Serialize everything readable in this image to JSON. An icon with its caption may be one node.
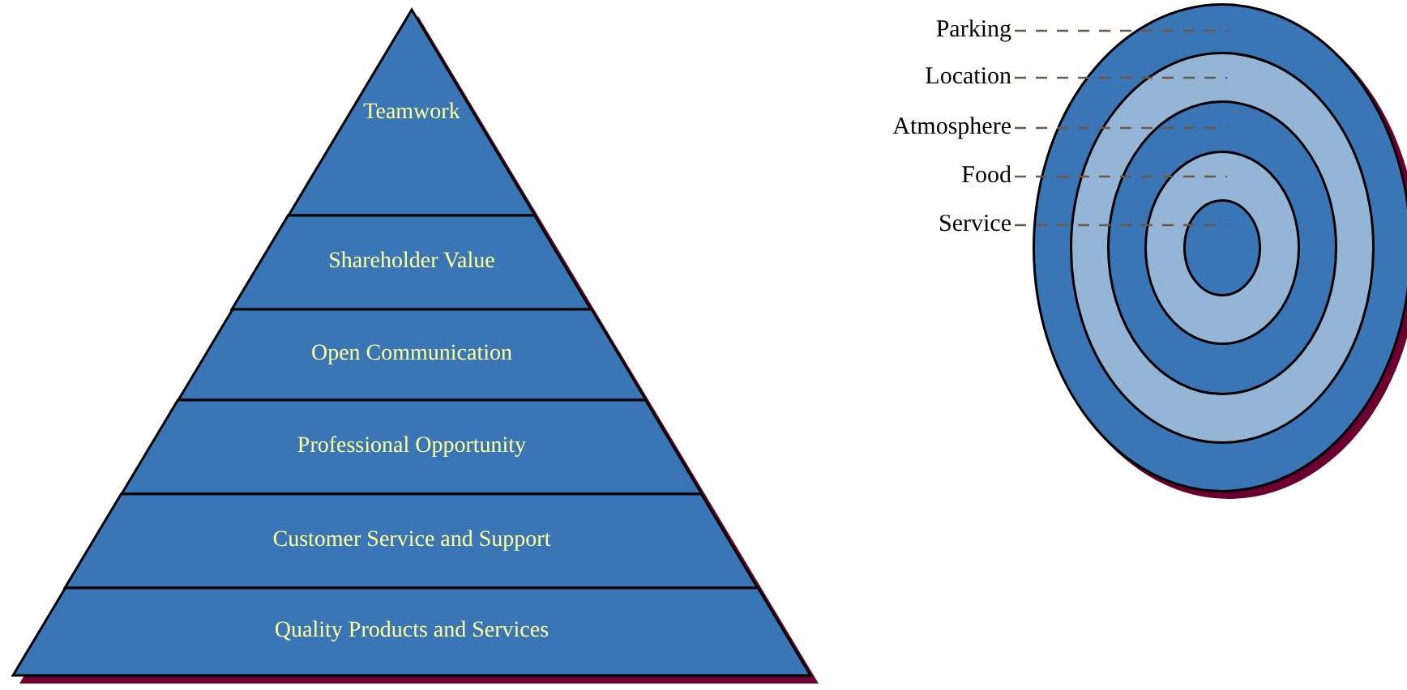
{
  "diagram": {
    "nodes": [
      {
        "text": [
          "Teamwork"
        ]
      },
      {
        "text": [
          "Shareholder Value"
        ]
      },
      {
        "text": [
          "Open Communication"
        ]
      },
      {
        "text": [
          "Professional Opportunity"
        ]
      },
      {
        "text": [
          "Customer Service and Support"
        ]
      },
      {
        "text": [
          "Quality Products and Services"
        ]
      },
      {
        "text": [
          "Parking"
        ]
      },
      {
        "text": [
          "Location"
        ]
      },
      {
        "text": [
          "Atmosphere"
        ]
      },
      {
        "text": [
          "Food"
        ]
      },
      {
        "text": [
          "Service"
        ]
      },
      {
        "text": [],
        "shape": "ellipse"
      },
      {
        "text": [],
        "shape": "ellipse",
        "in": 11
      },
      {
        "text": [],
        "shape": "ellipse",
        "in": 12
      },
      {
        "text": [],
        "shape": "ellipse",
        "in": 13
      },
      {
        "text": [],
        "shape": "ellipse",
        "in": 14
      }
    ],
    "edges": [
      {
        "from": 6,
        "to": 11,
        "arrow": "none",
        "style": "dashed"
      },
      {
        "from": 7,
        "to": 12,
        "arrow": "none",
        "style": "dashed"
      },
      {
        "from": 8,
        "to": 13,
        "arrow": "none",
        "style": "dashed"
      },
      {
        "from": 9,
        "to": 14,
        "arrow": "none",
        "style": "dashed"
      },
      {
        "from": 10,
        "to": 15,
        "arrow": "none",
        "style": "dashed"
      }
    ]
  }
}
